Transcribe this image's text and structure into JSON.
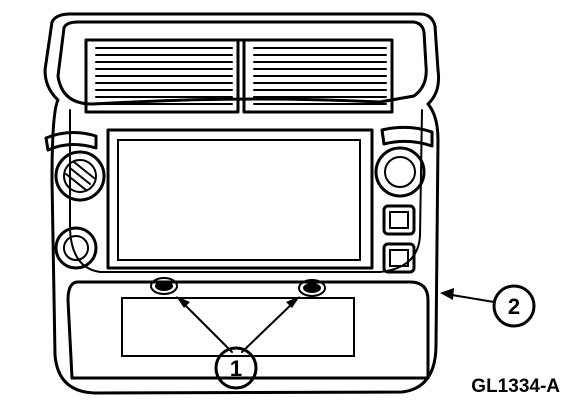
{
  "callouts": [
    {
      "id": "1",
      "label": "1"
    },
    {
      "id": "2",
      "label": "2"
    }
  ],
  "figure_code": "GL1334-A"
}
